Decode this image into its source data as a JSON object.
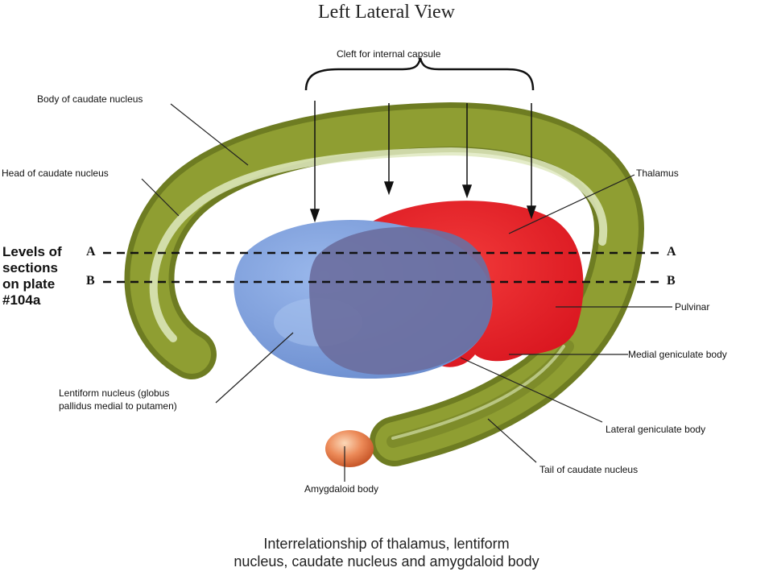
{
  "title": "Left Lateral View",
  "caption": {
    "line1": "Interrelationship of thalamus, lentiform",
    "line2": "nucleus, caudate nucleus and amygdaloid body"
  },
  "labels": {
    "cleft": "Cleft for internal capsule",
    "body_caudate": "Body of caudate nucleus",
    "head_caudate": "Head of caudate nucleus",
    "thalamus": "Thalamus",
    "pulvinar": "Pulvinar",
    "medial_geniculate": "Medial geniculate body",
    "lateral_geniculate": "Lateral geniculate body",
    "tail_caudate": "Tail of caudate nucleus",
    "amygdaloid": "Amygdaloid body",
    "lentiform_line1": "Lentiform nucleus (globus",
    "lentiform_line2": "pallidus medial to putamen)"
  },
  "levels": {
    "line1": "Levels of",
    "line2": "sections",
    "line3": "on plate",
    "line4": "#104a",
    "a": "A",
    "b": "B"
  },
  "colors": {
    "caudate": "#8a9a30",
    "caudate_highlight": "#dde8b8",
    "thalamus": "#e8202a",
    "lentiform": "#7fa0dc",
    "overlap": "#6a6e9e",
    "amygdala": "#e8784a"
  }
}
